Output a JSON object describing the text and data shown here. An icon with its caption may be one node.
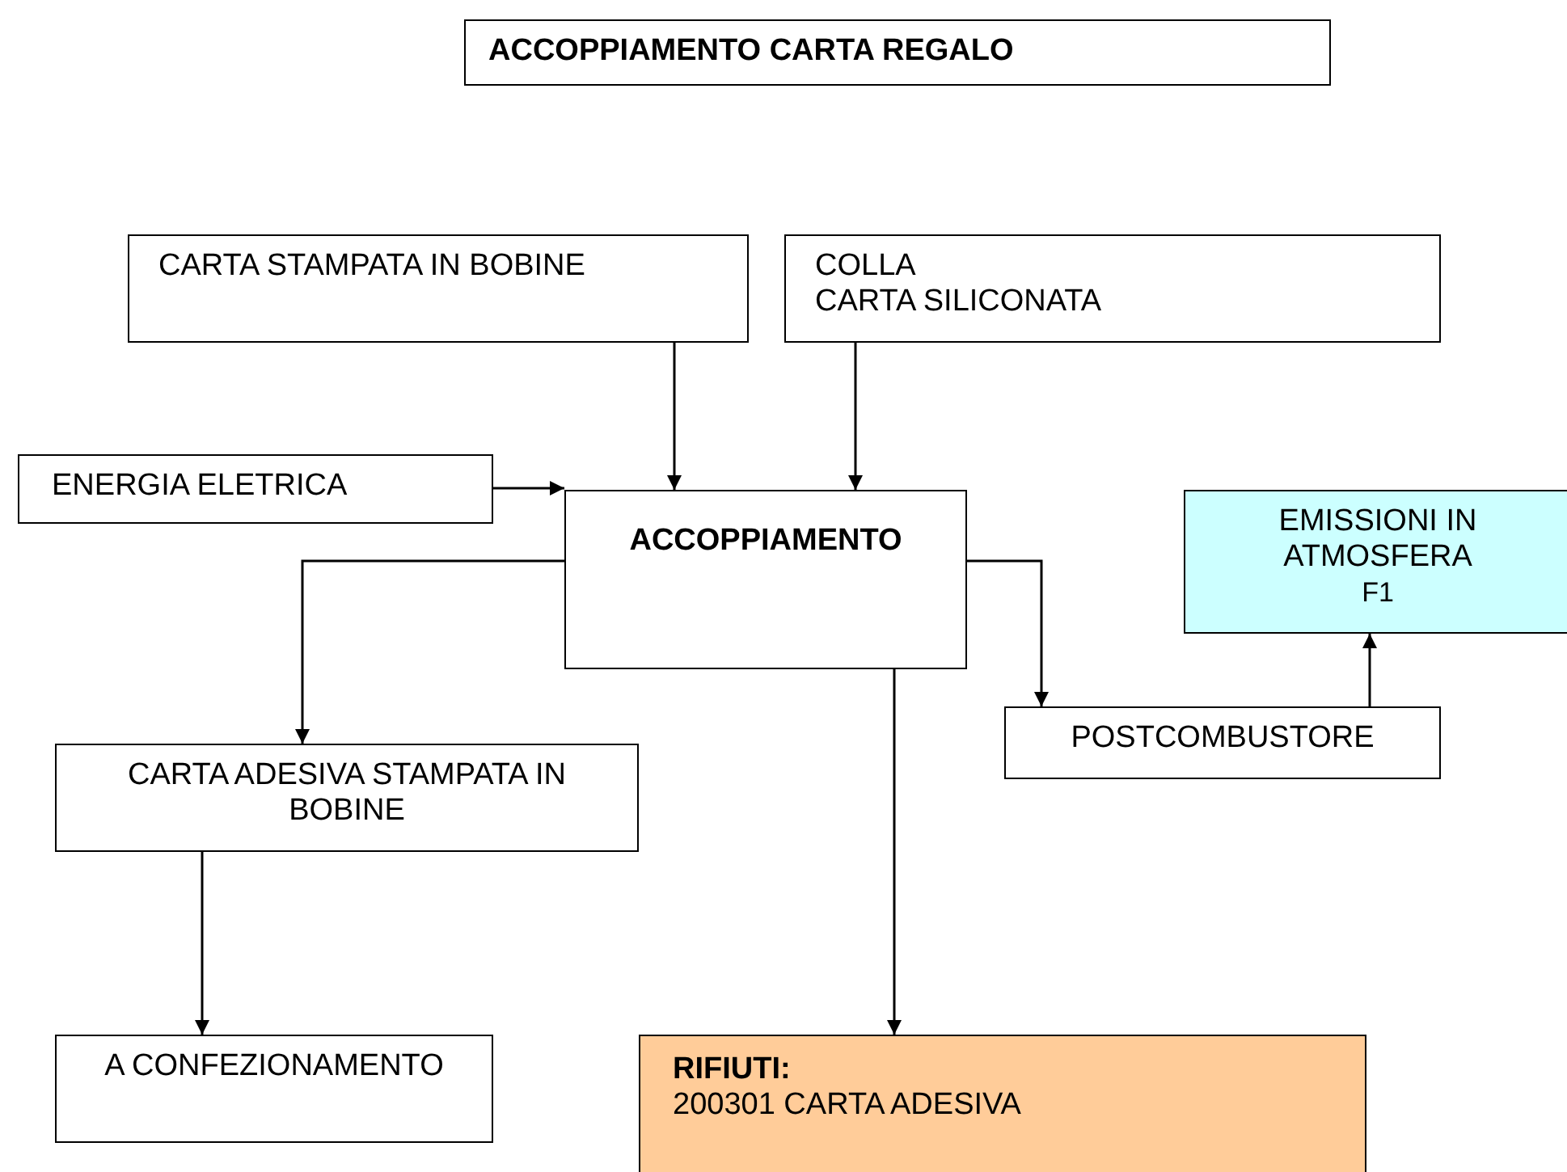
{
  "diagram": {
    "title": "ACCOPPIAMENTO CARTA REGALO",
    "nodes": [
      {
        "text": [
          "CARTA STAMPATA IN BOBINE"
        ]
      },
      {
        "text": [
          "COLLA",
          "CARTA SILICONATA"
        ]
      },
      {
        "text": [
          "ENERGIA ELETRICA"
        ]
      },
      {
        "text": [
          "ACCOPPIAMENTO"
        ]
      },
      {
        "text": [
          "EMISSIONI IN ATMOSFERA",
          "F1"
        ]
      },
      {
        "text": [
          "CARTA ADESIVA STAMPATA IN BOBINE"
        ]
      },
      {
        "text": [
          "POSTCOMBUSTORE"
        ]
      },
      {
        "text": [
          "A CONFEZIONAMENTO"
        ]
      },
      {
        "text": [
          "RIFIUTI:",
          "200301 CARTA ADESIVA"
        ]
      }
    ],
    "edges": [
      {
        "from": 0,
        "to": 3,
        "arrow": "to"
      },
      {
        "from": 1,
        "to": 3,
        "arrow": "to"
      },
      {
        "from": 2,
        "to": 3,
        "arrow": "to"
      },
      {
        "from": 3,
        "to": 5,
        "arrow": "to"
      },
      {
        "from": 3,
        "to": 6,
        "arrow": "to"
      },
      {
        "from": 6,
        "to": 4,
        "arrow": "to"
      },
      {
        "from": 5,
        "to": 7,
        "arrow": "to"
      },
      {
        "from": 3,
        "to": 8,
        "arrow": "to"
      }
    ]
  }
}
